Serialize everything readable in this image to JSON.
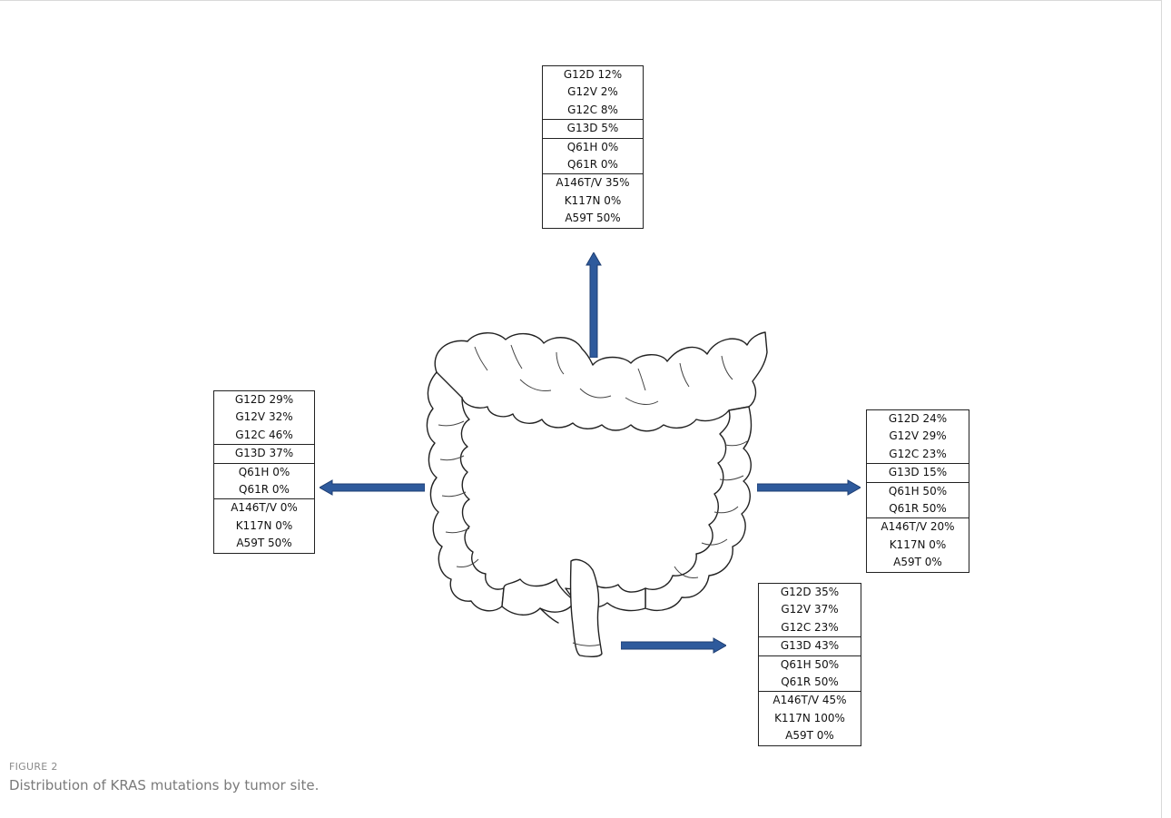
{
  "figure": {
    "label": "FIGURE 2",
    "caption": "Distribution of KRAS mutations by tumor site."
  },
  "colors": {
    "arrow": "#2e5a9c",
    "arrow_dark": "#1f3f73",
    "outline": "#222222"
  },
  "sites": {
    "top": {
      "groups": [
        [
          "G12D 12%",
          "G12V 2%",
          "G12C 8%"
        ],
        [
          "G13D 5%"
        ],
        [
          "Q61H 0%",
          "Q61R 0%"
        ],
        [
          "A146T/V 35%",
          "K117N 0%",
          "A59T 50%"
        ]
      ]
    },
    "left": {
      "groups": [
        [
          "G12D 29%",
          "G12V 32%",
          "G12C 46%"
        ],
        [
          "G13D 37%"
        ],
        [
          "Q61H 0%",
          "Q61R 0%"
        ],
        [
          "A146T/V 0%",
          "K117N 0%",
          "A59T 50%"
        ]
      ]
    },
    "right": {
      "groups": [
        [
          "G12D 24%",
          "G12V 29%",
          "G12C 23%"
        ],
        [
          "G13D 15%"
        ],
        [
          "Q61H 50%",
          "Q61R 50%"
        ],
        [
          "A146T/V 20%",
          "K117N 0%",
          "A59T 0%"
        ]
      ]
    },
    "bottom": {
      "groups": [
        [
          "G12D 35%",
          "G12V 37%",
          "G12C 23%"
        ],
        [
          "G13D 43%"
        ],
        [
          "Q61H 50%",
          "Q61R 50%"
        ],
        [
          "A146T/V 45%",
          "K117N 100%",
          "A59T 0%"
        ]
      ]
    }
  }
}
